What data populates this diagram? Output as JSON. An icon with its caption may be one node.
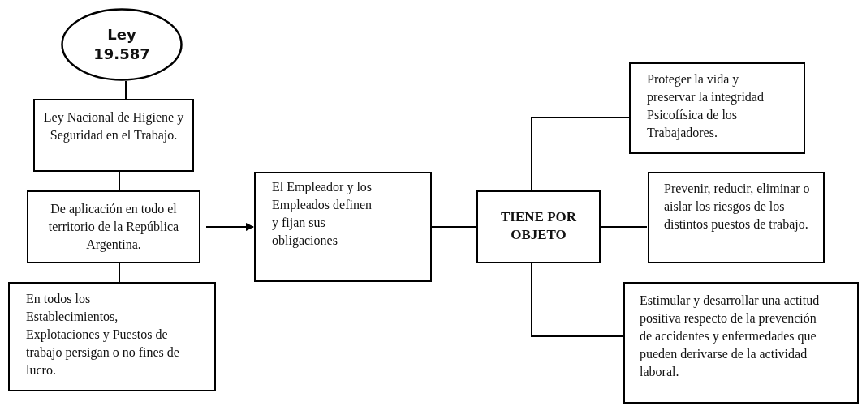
{
  "diagram": {
    "nodes": [
      {
        "text": [
          "Ley 19.587"
        ]
      },
      {
        "text": [
          "Ley Nacional de Higiene y Seguridad en el Trabajo."
        ]
      },
      {
        "text": [
          "De aplicación en todo el territorio de la República Argentina."
        ]
      },
      {
        "text": [
          "En todos los Establecimientos, Explotaciones y Puestos de trabajo persigan o no fines de lucro."
        ]
      },
      {
        "text": [
          "El Empleador y los Empleados definen y fijan sus obligaciones"
        ]
      },
      {
        "text": [
          "TIENE POR OBJETO"
        ]
      },
      {
        "text": [
          "Proteger la vida y preservar la integridad Psicofísica de los Trabajadores."
        ]
      },
      {
        "text": [
          "Prevenir, reducir, eliminar o aislar los riesgos de los distintos puestos de trabajo."
        ]
      },
      {
        "text": [
          "Estimular y desarrollar una actitud positiva respecto de la prevención de accidentes y enfermedades que pueden derivarse de la actividad laboral."
        ]
      }
    ],
    "edges": [
      {
        "from": 0,
        "to": 1,
        "arrow": "none"
      },
      {
        "from": 1,
        "to": 2,
        "arrow": "none"
      },
      {
        "from": 2,
        "to": 3,
        "arrow": "none"
      },
      {
        "from": 2,
        "to": 4,
        "arrow": "to"
      },
      {
        "from": 4,
        "to": 5,
        "arrow": "none"
      },
      {
        "from": 5,
        "to": 6,
        "arrow": "none"
      },
      {
        "from": 5,
        "to": 7,
        "arrow": "none"
      },
      {
        "from": 5,
        "to": 8,
        "arrow": "none"
      }
    ]
  }
}
